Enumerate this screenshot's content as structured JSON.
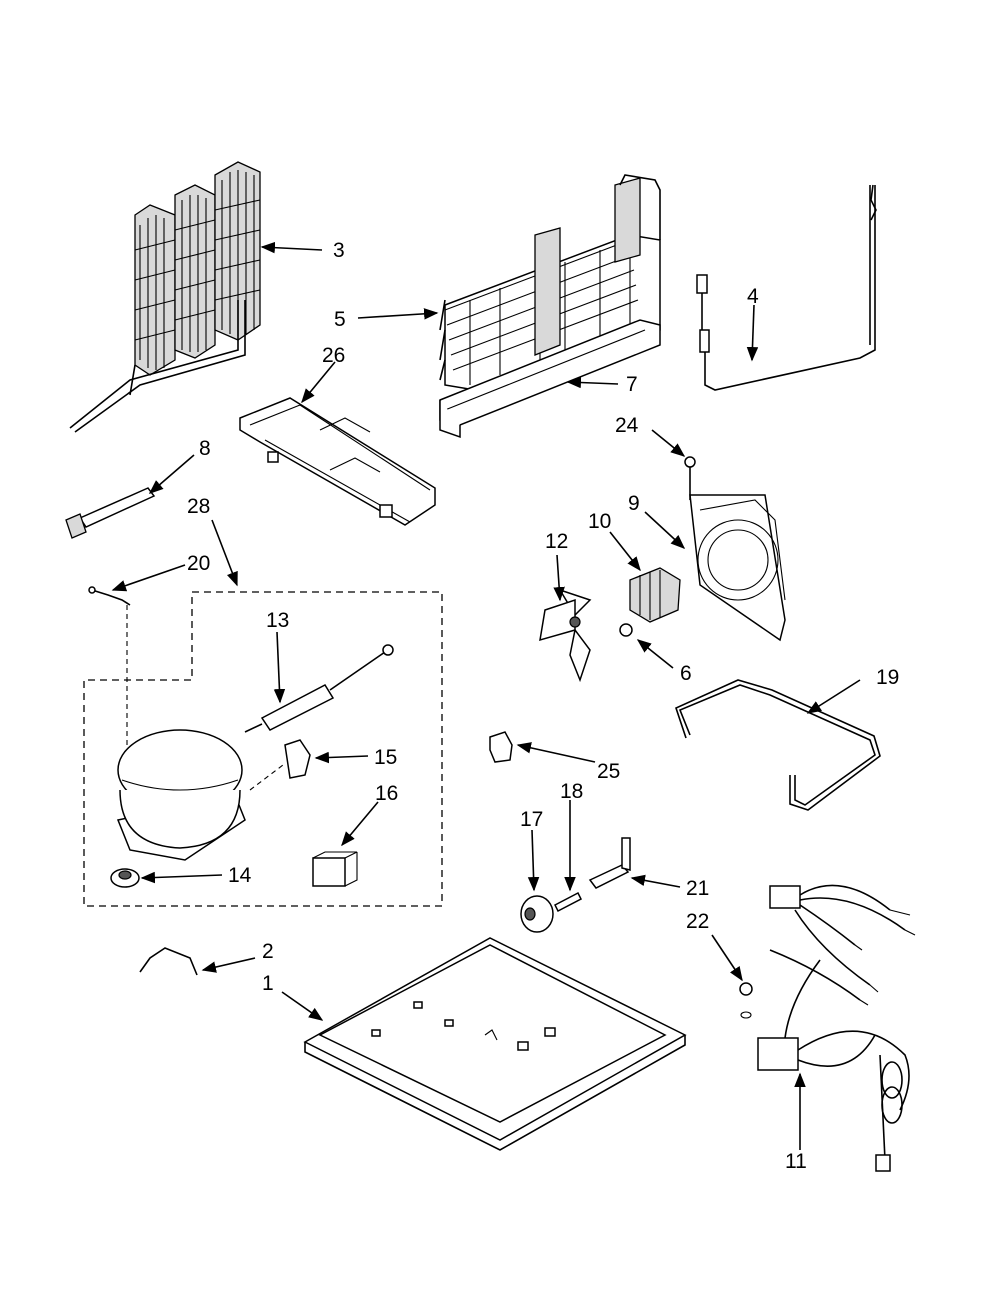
{
  "diagram": {
    "callouts": [
      {
        "id": "c1",
        "text": "1"
      },
      {
        "id": "c2",
        "text": "2"
      },
      {
        "id": "c3",
        "text": "3"
      },
      {
        "id": "c4",
        "text": "4"
      },
      {
        "id": "c5",
        "text": "5"
      },
      {
        "id": "c6",
        "text": "6"
      },
      {
        "id": "c7",
        "text": "7"
      },
      {
        "id": "c8",
        "text": "8"
      },
      {
        "id": "c9",
        "text": "9"
      },
      {
        "id": "c10",
        "text": "10"
      },
      {
        "id": "c11",
        "text": "11"
      },
      {
        "id": "c12",
        "text": "12"
      },
      {
        "id": "c13",
        "text": "13"
      },
      {
        "id": "c14",
        "text": "14"
      },
      {
        "id": "c15",
        "text": "15"
      },
      {
        "id": "c16",
        "text": "16"
      },
      {
        "id": "c17",
        "text": "17"
      },
      {
        "id": "c18",
        "text": "18"
      },
      {
        "id": "c19",
        "text": "19"
      },
      {
        "id": "c20",
        "text": "20"
      },
      {
        "id": "c21",
        "text": "21"
      },
      {
        "id": "c22",
        "text": "22"
      },
      {
        "id": "c24",
        "text": "24"
      },
      {
        "id": "c25",
        "text": "25"
      },
      {
        "id": "c26",
        "text": "26"
      },
      {
        "id": "c28",
        "text": "28"
      }
    ]
  }
}
